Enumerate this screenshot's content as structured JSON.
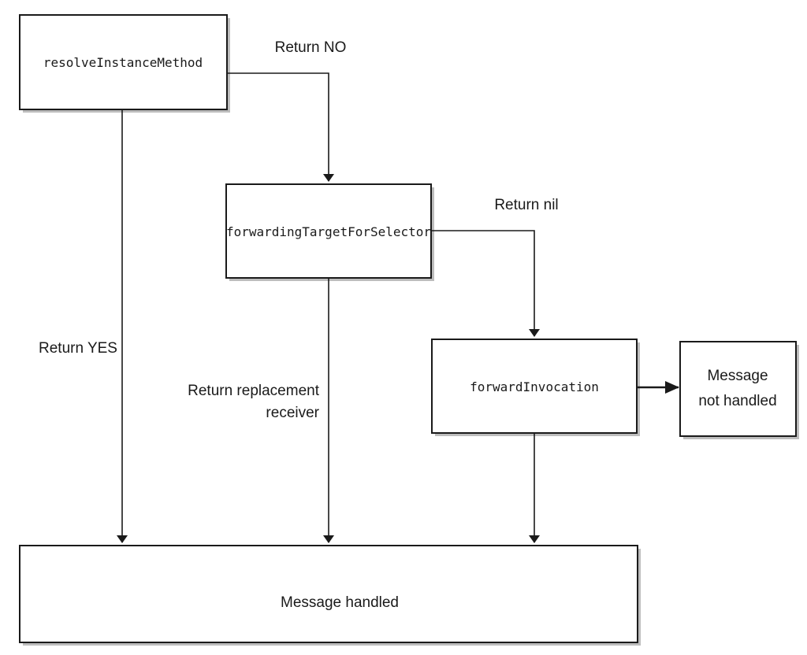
{
  "nodes": {
    "resolve": "resolveInstanceMethod",
    "forwarding_target": "forwardingTargetForSelector",
    "forward_invocation": "forwardInvocation",
    "not_handled_line1": "Message",
    "not_handled_line2": "not handled",
    "handled": "Message handled"
  },
  "edges": {
    "return_no": "Return NO",
    "return_nil": "Return nil",
    "return_yes": "Return YES",
    "return_replacement_line1": "Return replacement",
    "return_replacement_line2": "receiver"
  }
}
